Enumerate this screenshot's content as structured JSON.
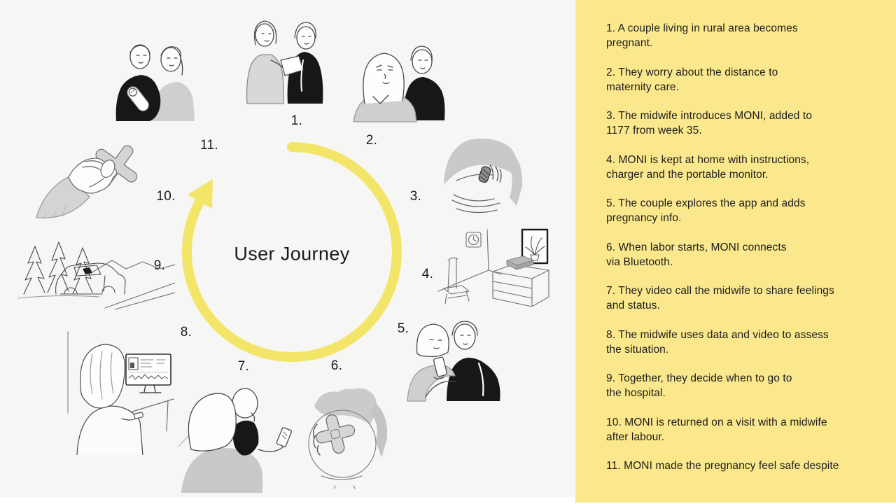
{
  "colors": {
    "left_bg": "#F6F6F4",
    "panel_bg": "#FBE88D",
    "arc": "#F3E567",
    "text": "#1C1C1C"
  },
  "diagram": {
    "title": "User Journey",
    "step_labels": [
      "1.",
      "2.",
      "3.",
      "4.",
      "5.",
      "6.",
      "7.",
      "8.",
      "9.",
      "10.",
      "11."
    ],
    "illustrations": [
      "couple-reading-instructions",
      "worried-couple",
      "midwife-placing-monitor-on-belly",
      "home-room-with-moni-box",
      "couple-exploring-app-on-phone",
      "pregnant-belly-with-moni-device",
      "couple-video-calling-midwife",
      "midwife-viewing-data-on-monitor",
      "car-driving-to-hospital",
      "hand-returning-moni-device",
      "couple-holding-baby"
    ]
  },
  "panel": {
    "items": [
      "1. A couple living in rural area becomes\npregnant.",
      "2. They worry about the distance to\nmaternity care.",
      "3. The midwife introduces MONI, added to\n1177 from week 35.",
      "4. MONI is kept at home with instructions,\ncharger and the portable monitor.",
      "5. The couple explores the app and adds\npregnancy info.",
      "6. When labor starts, MONI connects\nvia Bluetooth.",
      "7. They video call the midwife to share feelings\nand status.",
      "8. The midwife uses data and video to assess\nthe situation.",
      "9. Together, they decide when to go to\nthe hospital.",
      "10. MONI is returned on a visit with a midwife\nafter labour.",
      "11. MONI made the pregnancy feel safe despite"
    ]
  }
}
